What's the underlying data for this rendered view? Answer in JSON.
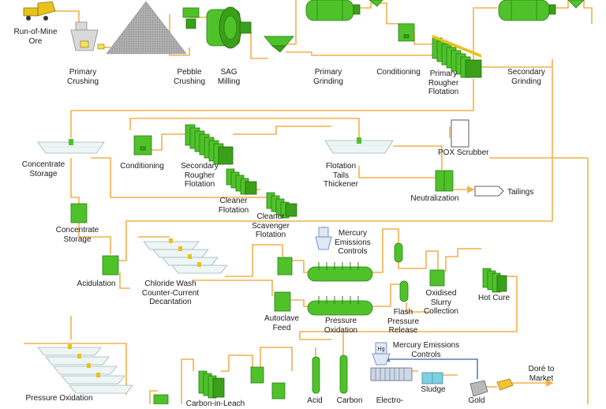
{
  "labels": {
    "run_of_mine_ore": "Run-of-Mine\nOre",
    "primary_crushing": "Primary\nCrushing",
    "pebble_crushing": "Pebble\nCrushing",
    "sag_milling": "SAG\nMilling",
    "primary_grinding": "Primary\nGrinding",
    "conditioning_1": "Conditioning",
    "primary_rougher_flotation": "Primary\nRougher\nFlotation",
    "secondary_grinding": "Secondary\nGrinding",
    "concentrate_storage_1": "Concentrate\nStorage",
    "conditioning_2": "Conditioning",
    "secondary_rougher_flotation": "Secondary\nRougher\nFlotation",
    "cleaner_flotation": "Cleaner\nFlotation",
    "cleaner_scavenger_flotation": "Cleaner\nScavenger\nFlotation",
    "flotation_tails_thickener": "Flotation\nTails\nThickener",
    "pox_scrubber": "POX Scrubber",
    "neutralization": "Neutralization",
    "tailings": "Tailings",
    "concentrate_storage_2": "Concentrate\nStorage",
    "acidulation": "Acidulation",
    "chloride_wash": "Chloride Wash\nCounter-Current\nDecantation",
    "mercury_emissions_1": "Mercury\nEmissions\nControls",
    "autoclave_feed": "Autoclave\nFeed",
    "pressure_oxidation": "Pressure\nOxidation",
    "flash_pressure_release": "Flash\nPressure\nRelease",
    "oxidised_slurry_collection": "Oxidised\nSlurry\nCollection",
    "hot_cure": "Hot Cure",
    "mercury_emissions_2": "Mercury Emissions\nControls",
    "dore_to_market": "Doré to\nMarket",
    "pressure_oxidation_cut": "Pressure Oxidation",
    "carbon_in_leach_cut": "Carbon-in-Leach",
    "acid_cut": "Acid",
    "carbon_cut": "Carbon",
    "electro_cut": "Electro-",
    "sludge": "Sludge",
    "gold": "Gold",
    "hg": "Hg"
  },
  "colors": {
    "pipe": "#f2b14b",
    "return_line": "#5b7fb8",
    "equipment": "#4fc22a",
    "equipment_dark": "#2a7d14"
  }
}
